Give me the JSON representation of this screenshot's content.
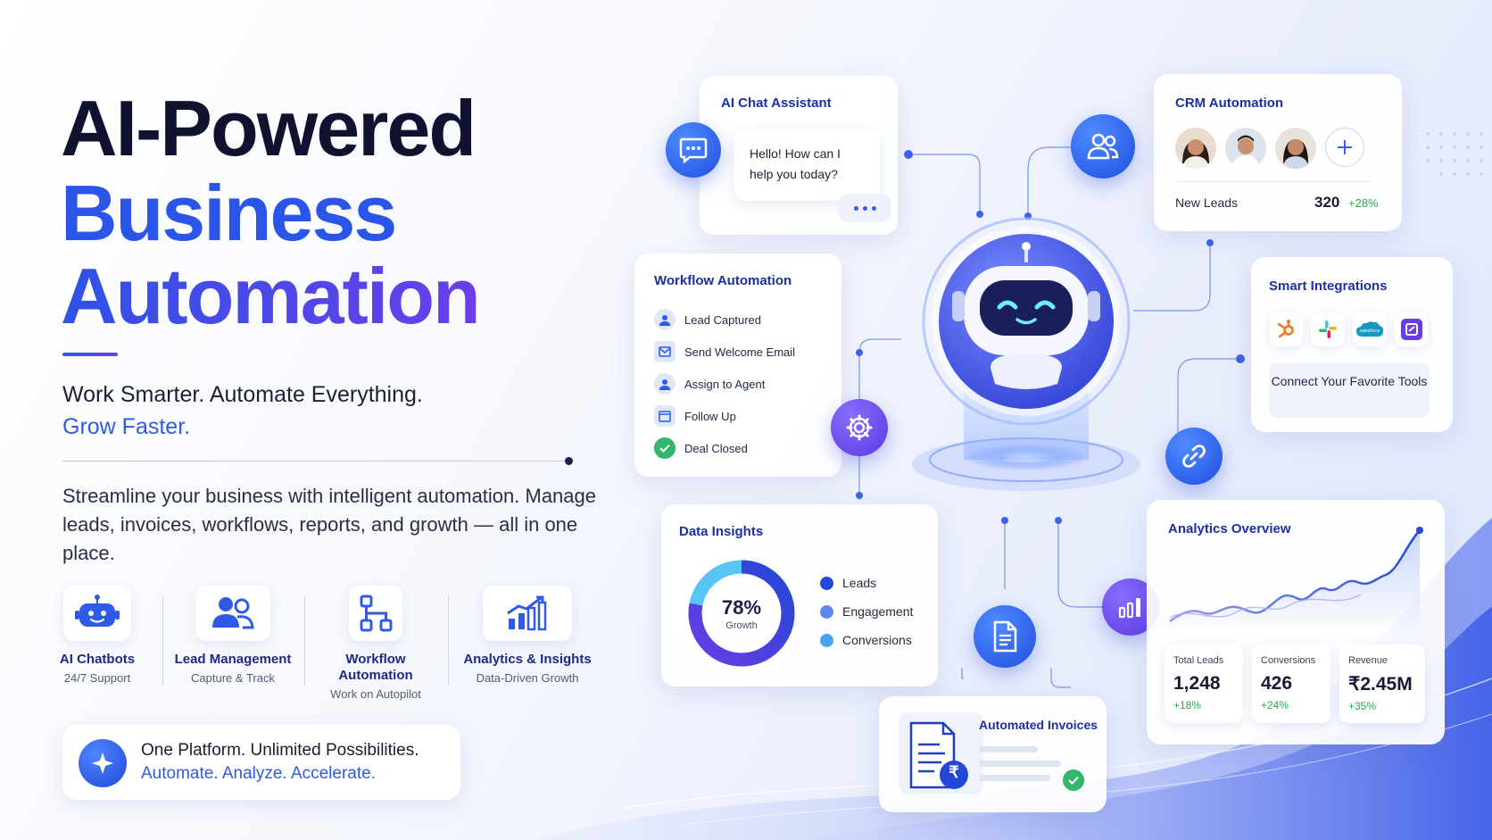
{
  "hero": {
    "line1": "AI-Powered",
    "line2": "Business",
    "line3": "Automation"
  },
  "tagline": {
    "line1": "Work Smarter. Automate Everything.",
    "line2": "Grow Faster."
  },
  "description": "Streamline your business with intelligent automation. Manage leads, invoices, workflows, reports, and growth — all in one place.",
  "features": [
    {
      "title": "AI Chatbots",
      "subtitle": "24/7 Support",
      "icon": "chatbot-icon"
    },
    {
      "title": "Lead Management",
      "subtitle": "Capture & Track",
      "icon": "users-icon"
    },
    {
      "title": "Workflow Automation",
      "subtitle": "Work on Autopilot",
      "icon": "workflow-icon"
    },
    {
      "title": "Analytics & Insights",
      "subtitle": "Data-Driven Growth",
      "icon": "analytics-icon"
    }
  ],
  "promo": {
    "line1": "One Platform. Unlimited Possibilities.",
    "line2": "Automate. Analyze. Accelerate.",
    "icon": "sparkle-icon"
  },
  "chat": {
    "title": "AI Chat Assistant",
    "message": "Hello! How can I help you today?"
  },
  "crm": {
    "title": "CRM Automation",
    "label": "New Leads",
    "value": "320",
    "delta": "+28%"
  },
  "workflow": {
    "title": "Workflow Automation",
    "steps": [
      "Lead Captured",
      "Send Welcome Email",
      "Assign to Agent",
      "Follow Up",
      "Deal Closed"
    ]
  },
  "integrations": {
    "title": "Smart Integrations",
    "note": "Connect Your Favorite Tools",
    "tools": [
      "hubspot-icon",
      "slack-icon",
      "salesforce-icon",
      "app-icon"
    ],
    "tile_text": "salesforce"
  },
  "insights": {
    "title": "Data Insights",
    "percent": "78%",
    "percent_label": "Growth",
    "progress": 0.78,
    "legend": [
      {
        "label": "Leads",
        "color": "#2347d6"
      },
      {
        "label": "Engagement",
        "color": "#5f86ef"
      },
      {
        "label": "Conversions",
        "color": "#4aa3ef"
      }
    ]
  },
  "analytics": {
    "title": "Analytics Overview",
    "stats": [
      {
        "label": "Total Leads",
        "value": "1,248",
        "delta": "+18%"
      },
      {
        "label": "Conversions",
        "value": "426",
        "delta": "+24%"
      },
      {
        "label": "Revenue",
        "value": "₹2.45M",
        "delta": "+35%"
      }
    ]
  },
  "invoices": {
    "title": "Automated Invoices",
    "currency_symbol": "₹"
  },
  "colors": {
    "primary": "#2a55e8",
    "accent": "#6b3ee8",
    "positive": "#2aa84f",
    "title_blue": "#1c2fa3"
  }
}
